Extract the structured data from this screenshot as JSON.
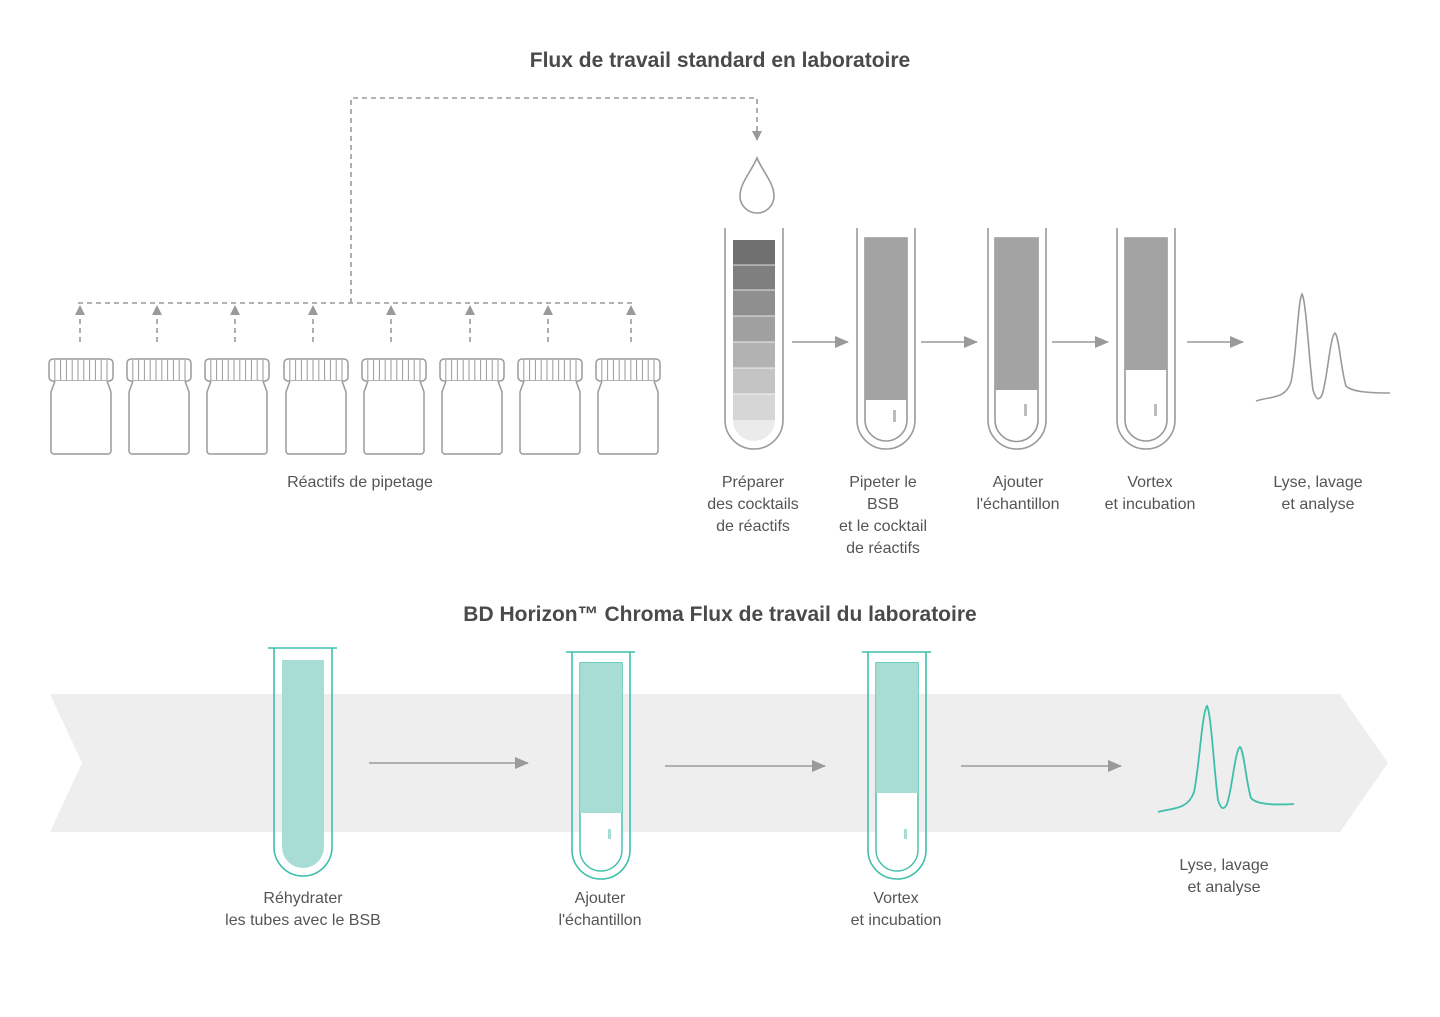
{
  "standard": {
    "title": "Flux de travail standard en laboratoire",
    "vials_label": "Réactifs de pipetage",
    "steps": [
      [
        "Préparer",
        "des cocktails",
        "de réactifs"
      ],
      [
        "Pipeter le",
        "BSB",
        "et le cocktail",
        "de réactifs"
      ],
      [
        "Ajouter",
        "l'échantillon"
      ],
      [
        "Vortex",
        "et incubation"
      ],
      [
        "Lyse, lavage",
        "et analyse"
      ]
    ]
  },
  "chroma": {
    "title": "BD Horizon™ Chroma Flux de travail du laboratoire",
    "steps": [
      [
        "Réhydrater",
        "les tubes avec le BSB"
      ],
      [
        "Ajouter",
        "l'échantillon"
      ],
      [
        "Vortex",
        "et incubation"
      ],
      [
        "Lyse, lavage",
        "et analyse"
      ]
    ]
  },
  "colors": {
    "gray_stroke": "#9a9a9a",
    "gray_fill": "#a3a3a3",
    "teal_stroke": "#3fbfaa",
    "teal_fill": "#a8ddd6",
    "band": "#eeeeee",
    "title_text": "#4a4a4a",
    "label_text": "#555555"
  }
}
